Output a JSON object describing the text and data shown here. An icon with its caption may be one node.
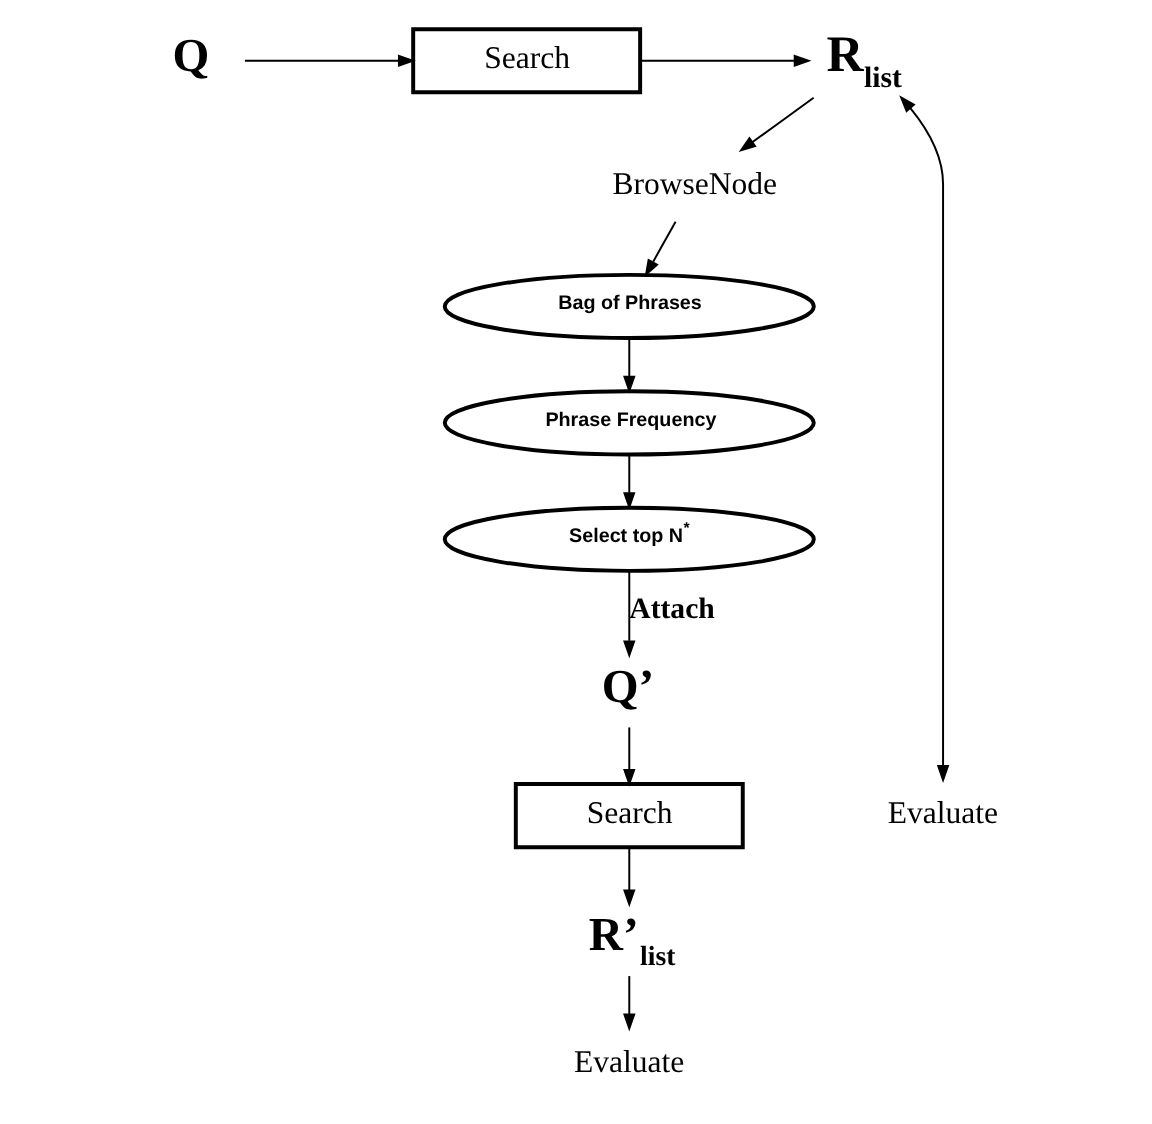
{
  "diagram": {
    "nodes": [
      {
        "text": [
          "R$_{list}$"
        ]
      },
      {
        "text": [
          "Search"
        ]
      },
      {
        "text": [
          "Q"
        ]
      },
      {
        "text": [
          "BrowseNode"
        ]
      },
      {
        "text": [
          "Bag of Phrases"
        ]
      },
      {
        "text": [
          "Phrase Frequency"
        ]
      },
      {
        "text": [
          "Select top N$^{*}$"
        ]
      },
      {
        "text": [
          "Q’"
        ]
      },
      {
        "text": [
          "Search"
        ]
      },
      {
        "text": [
          "R’$_{list}$"
        ]
      },
      {
        "text": [
          "Evaluate"
        ]
      },
      {
        "text": [
          "Evaluate"
        ]
      }
    ],
    "edges": [
      {
        "from": 2,
        "to": 1,
        "arrow": "to"
      },
      {
        "from": 1,
        "to": 0,
        "arrow": "to"
      },
      {
        "from": 0,
        "to": 3,
        "arrow": "to"
      },
      {
        "from": 3,
        "to": 4,
        "arrow": "to"
      },
      {
        "from": 4,
        "to": 5,
        "arrow": "to"
      },
      {
        "from": 5,
        "to": 6,
        "arrow": "to"
      },
      {
        "from": 6,
        "to": 7,
        "arrow": "to",
        "label": "Attach"
      },
      {
        "from": 7,
        "to": 8,
        "arrow": "to"
      },
      {
        "from": 8,
        "to": 9,
        "arrow": "to"
      },
      {
        "from": 9,
        "to": 10,
        "arrow": "to"
      },
      {
        "from": 0,
        "to": 11,
        "arrow": "both"
      }
    ]
  }
}
